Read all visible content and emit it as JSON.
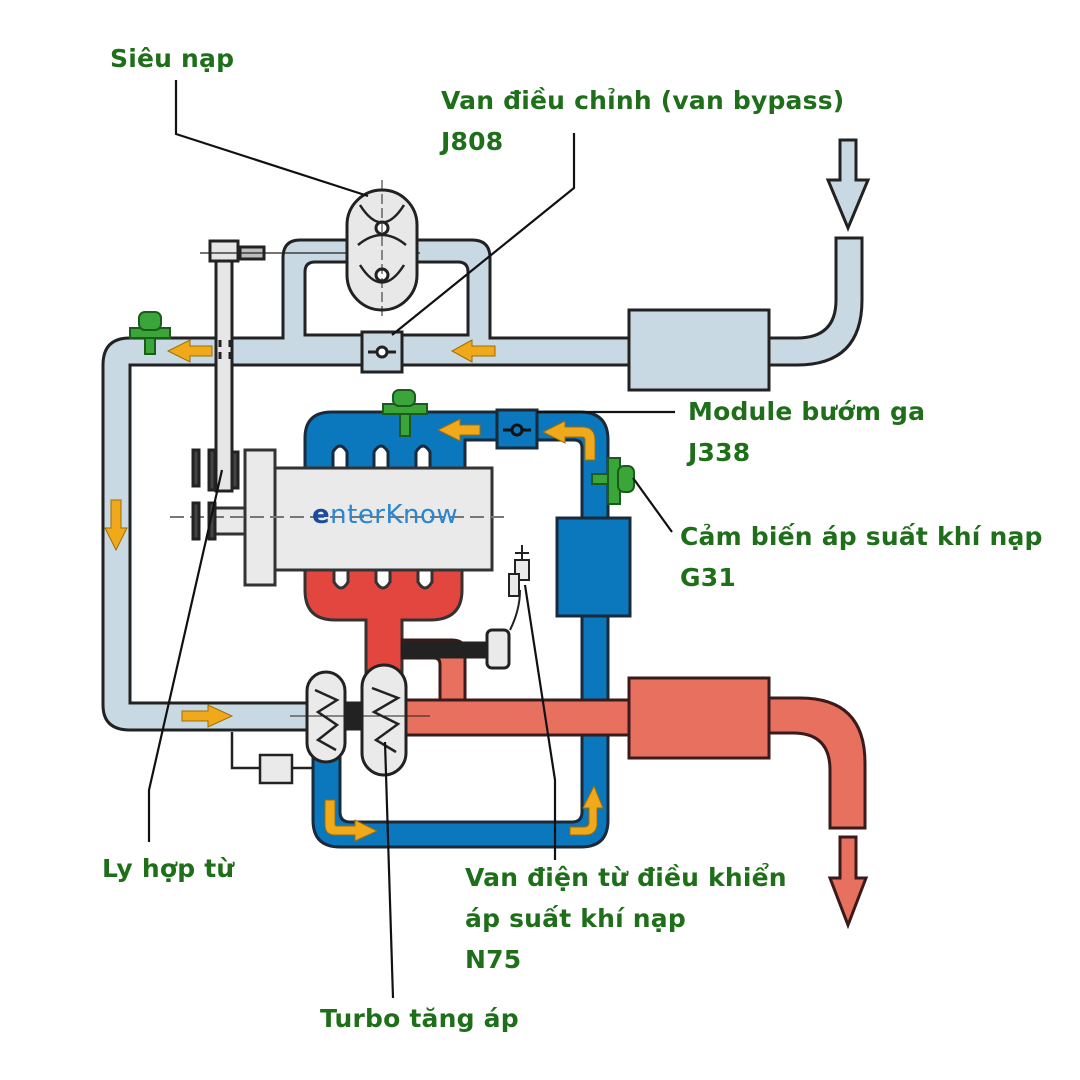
{
  "title": "Sơ đồ hệ thống tăng áp kép (siêu nạp + turbo)",
  "colors": {
    "label_text": "#1e6e1a",
    "intake_fresh": "#c9d9e3",
    "intake_charged": "#0b77bd",
    "exhaust_hot": "#e3463e",
    "exhaust": "#e8705f",
    "flow_arrow": "#f0a91b",
    "sensor": "#3aa63a",
    "outline": "#222222",
    "component_gray": "#eaeaea"
  },
  "labels": {
    "supercharger": {
      "lines": [
        "Siêu nạp"
      ]
    },
    "bypass_valve": {
      "lines": [
        "Van điều chỉnh (van bypass)",
        "J808"
      ]
    },
    "throttle_module": {
      "lines": [
        "Module bướm ga",
        "J338"
      ]
    },
    "pressure_sensor": {
      "lines": [
        "Cảm biến áp suất khí nạp",
        "G31"
      ]
    },
    "magnetic_clutch": {
      "lines": [
        "Ly hợp từ"
      ]
    },
    "boost_solenoid": {
      "lines": [
        "Van điện từ điều khiển",
        "áp suất khí nạp",
        "N75"
      ]
    },
    "turbocharger": {
      "lines": [
        "Turbo tăng áp"
      ]
    }
  },
  "watermark": {
    "prefix": "e",
    "text": "nterKnow"
  },
  "components": [
    "supercharger",
    "bypass-valve",
    "air-filter",
    "throttle-module",
    "intake-pressure-sensor",
    "intercooler",
    "engine-block",
    "exhaust-manifold",
    "turbocharger",
    "wastegate-actuator",
    "boost-solenoid",
    "muffler",
    "magnetic-clutch",
    "belt-pulley"
  ]
}
